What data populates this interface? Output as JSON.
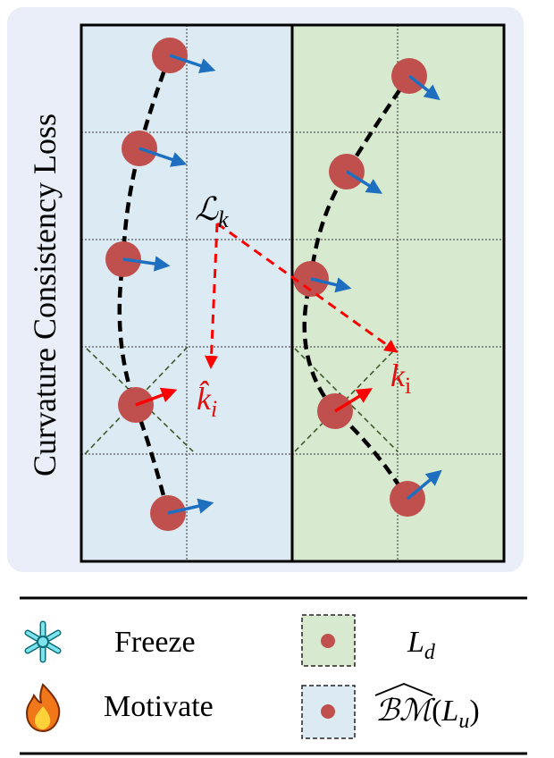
{
  "title": "Curvature Consistency Loss",
  "labels": {
    "loss": "ℒ",
    "loss_sub": "k",
    "k_hat": "k̂",
    "k_hat_sub": "i",
    "k": "k",
    "k_sub": "i"
  },
  "legend": {
    "freeze_label": "Freeze",
    "motivate_label": "Motivate",
    "ld_label": "L",
    "ld_sub": "d",
    "bm_label": "ℬℳ",
    "bm_paren_open": "(",
    "bm_L": "L",
    "bm_sub": "u",
    "bm_paren_close": ")"
  },
  "colors": {
    "panel_bg": "#e9eef8",
    "left_region": "#dbeaf3",
    "right_region": "#d7ead0",
    "dot": "#c0504d",
    "blue_arrow": "#1f6fc0",
    "red_arrow": "#ff0000",
    "red_label": "#e01010",
    "curve": "#000000",
    "cone": "#3c5a2a"
  },
  "icons": {
    "freeze": "snowflake-icon",
    "motivate": "flame-icon"
  }
}
